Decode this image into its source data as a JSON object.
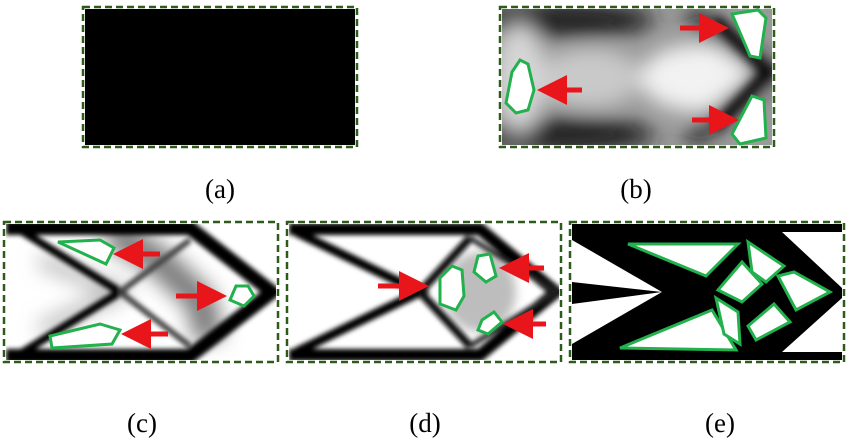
{
  "panels": [
    {
      "id": "a",
      "label": "(a)"
    },
    {
      "id": "b",
      "label": "(b)"
    },
    {
      "id": "c",
      "label": "(c)"
    },
    {
      "id": "d",
      "label": "(d)"
    },
    {
      "id": "e",
      "label": "(e)"
    }
  ],
  "colors": {
    "frame_dash": "#2e5a1c",
    "hole_outline": "#22b14c",
    "arrow": "#e8151b",
    "material": "#000000",
    "void": "#ffffff"
  }
}
